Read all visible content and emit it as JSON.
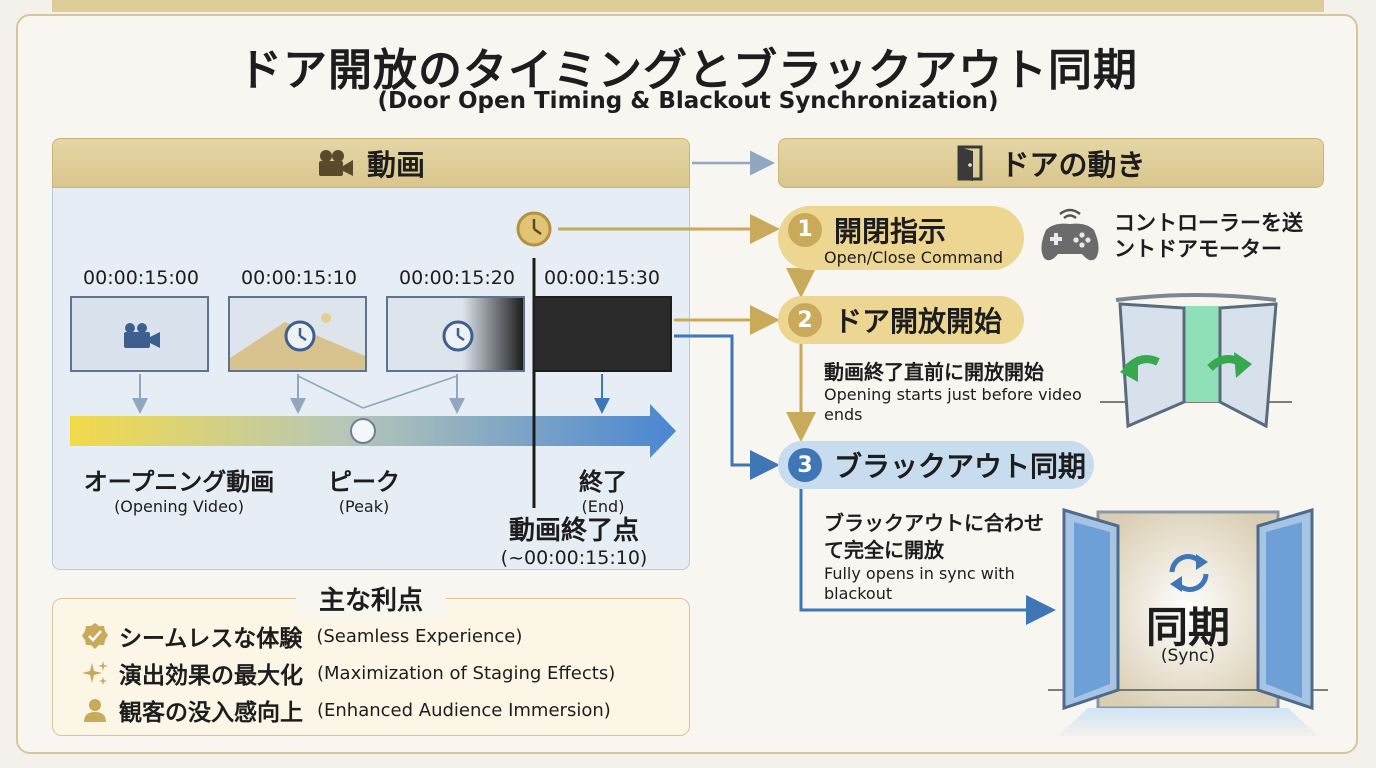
{
  "header": {
    "title": "ドア開放のタイミングとブラックアウト同期",
    "subtitle": "(Door Open Timing & Blackout Synchronization)"
  },
  "video_panel": {
    "title": "動画",
    "timecodes": [
      "00:00:15:00",
      "00:00:15:10",
      "00:00:15:20",
      "00:00:15:30"
    ],
    "labels": [
      {
        "ja": "オープニング動画",
        "en": "(Opening Video)"
      },
      {
        "ja": "ピーク",
        "en": "(Peak)"
      },
      {
        "ja": "終了",
        "en": "(End)"
      }
    ],
    "end_point": {
      "ja": "動画終了点",
      "time": "(~00:00:15:10)"
    }
  },
  "door_panel": {
    "title": "ドアの動き",
    "steps": [
      {
        "number": "1",
        "title": "開閉指示",
        "subtitle": "Open/Close Command"
      },
      {
        "number": "2",
        "title": "ドア開放開始",
        "desc_ja": "動画終了直前に開放開始",
        "desc_en": "Opening starts just before video ends"
      },
      {
        "number": "3",
        "title": "ブラックアウト同期",
        "desc_ja": "ブラックアウトに合わせて完全に開放",
        "desc_en": "Fully opens in sync with blackout"
      }
    ],
    "controller_note": "コントローラーを送ントドアモーター",
    "sync_ja": "同期",
    "sync_en": "(Sync)"
  },
  "benefits": {
    "title": "主な利点",
    "items": [
      {
        "ja": "シームレスな体験",
        "en": "(Seamless Experience)",
        "icon": "badge-check-icon"
      },
      {
        "ja": "演出効果の最大化",
        "en": "(Maximization of Staging Effects)",
        "icon": "sparkle-icon"
      },
      {
        "ja": "観客の没入感向上",
        "en": "(Enhanced Audience Immersion)",
        "icon": "person-icon"
      }
    ]
  },
  "colors": {
    "gold": "#c9a95a",
    "blue": "#3f76b5",
    "step1": "#ecd692",
    "step2": "#ecd692",
    "step3": "#c7dcef"
  }
}
